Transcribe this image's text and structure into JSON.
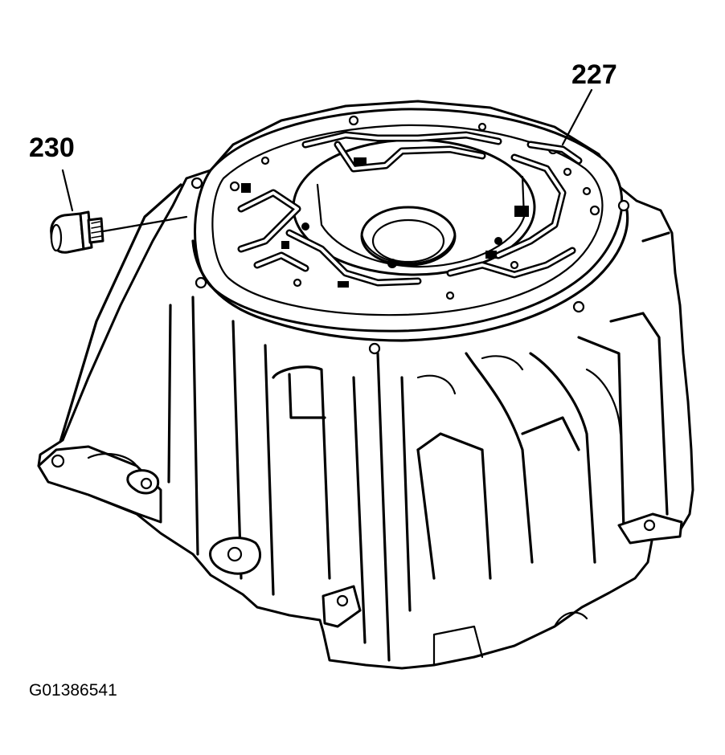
{
  "callouts": [
    {
      "id": "callout-227",
      "label": "227"
    },
    {
      "id": "callout-230",
      "label": "230"
    }
  ],
  "figure_id": "G01386541",
  "colors": {
    "ink": "#000000",
    "paper": "#ffffff"
  }
}
